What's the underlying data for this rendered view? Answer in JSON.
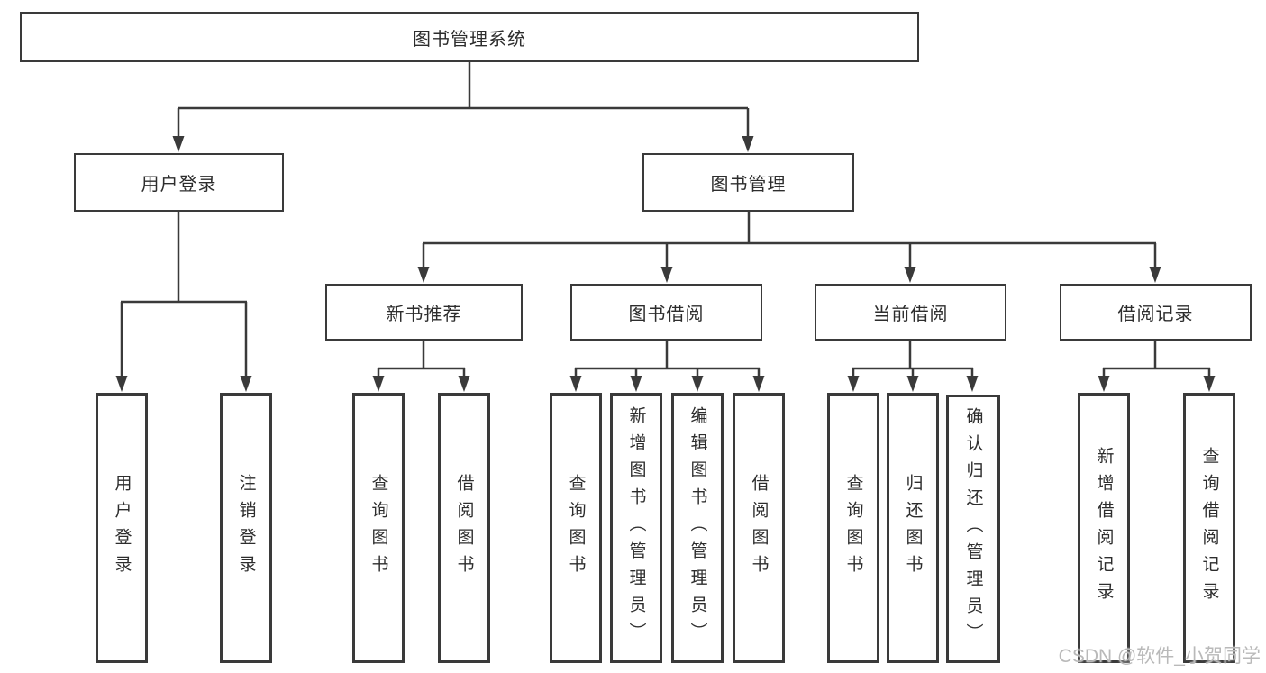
{
  "diagram": {
    "type": "hierarchy-tree",
    "tree": {
      "root": {
        "label": "图书管理系统"
      },
      "children": [
        {
          "label": "用户登录",
          "children": [
            {
              "label": "用户登录"
            },
            {
              "label": "注销登录"
            }
          ]
        },
        {
          "label": "图书管理",
          "children": [
            {
              "label": "新书推荐",
              "children": [
                {
                  "label": "查询图书"
                },
                {
                  "label": "借阅图书"
                }
              ]
            },
            {
              "label": "图书借阅",
              "children": [
                {
                  "label": "查询图书"
                },
                {
                  "label": "新增图书（管理员）"
                },
                {
                  "label": "编辑图书（管理员）"
                },
                {
                  "label": "借阅图书"
                }
              ]
            },
            {
              "label": "当前借阅",
              "children": [
                {
                  "label": "查询图书"
                },
                {
                  "label": "归还图书"
                },
                {
                  "label": "确认归还（管理员）"
                }
              ]
            },
            {
              "label": "借阅记录",
              "children": [
                {
                  "label": "新增借阅记录"
                },
                {
                  "label": "查询借阅记录"
                }
              ]
            }
          ]
        }
      ]
    },
    "colors": {
      "line": "#3a3a3a",
      "box_border": "#3a3a3a",
      "text": "#2d2d2d",
      "background": "#ffffff",
      "watermark": "#b9b9b9"
    }
  },
  "watermark": {
    "text": "CSDN @软件_小贺同学"
  }
}
